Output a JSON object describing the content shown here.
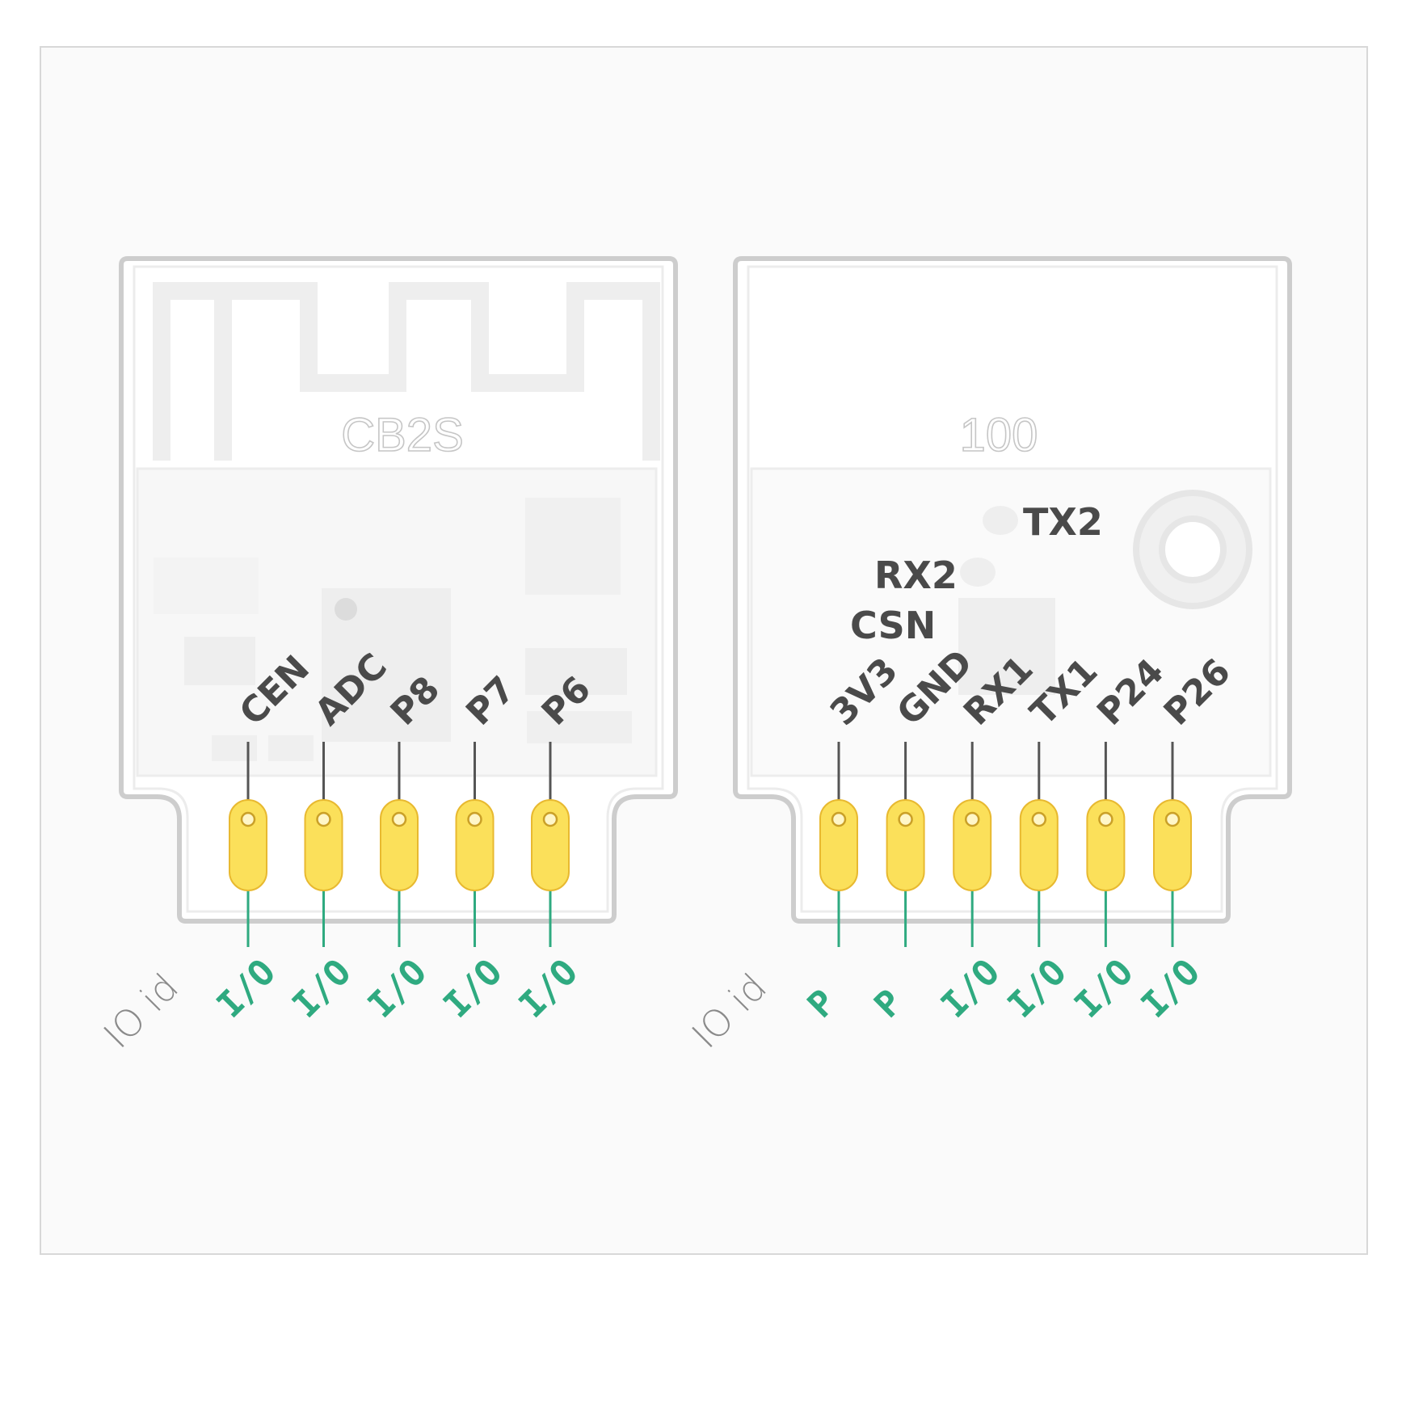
{
  "modules": [
    {
      "name": "CB2S",
      "io_id_label": "IO id",
      "pins": [
        {
          "label": "CEN",
          "type": "I/O"
        },
        {
          "label": "ADC",
          "type": "I/O"
        },
        {
          "label": "P8",
          "type": "I/O"
        },
        {
          "label": "P7",
          "type": "I/O"
        },
        {
          "label": "P6",
          "type": "I/O"
        }
      ]
    },
    {
      "name": "100",
      "io_id_label": "IO id",
      "pins": [
        {
          "label": "3V3",
          "type": "P"
        },
        {
          "label": "GND",
          "type": "P"
        },
        {
          "label": "RX1",
          "type": "I/O"
        },
        {
          "label": "TX1",
          "type": "I/O"
        },
        {
          "label": "P24",
          "type": "I/O"
        },
        {
          "label": "P26",
          "type": "I/O"
        }
      ],
      "pads": [
        {
          "label": "TX2"
        },
        {
          "label": "RX2"
        },
        {
          "label": "CSN"
        }
      ]
    }
  ],
  "colors": {
    "pin_fill": "#fbe05a",
    "pin_stroke": "#e8b930",
    "io_green": "#2faa80",
    "label_gray": "#4a4a4a"
  }
}
